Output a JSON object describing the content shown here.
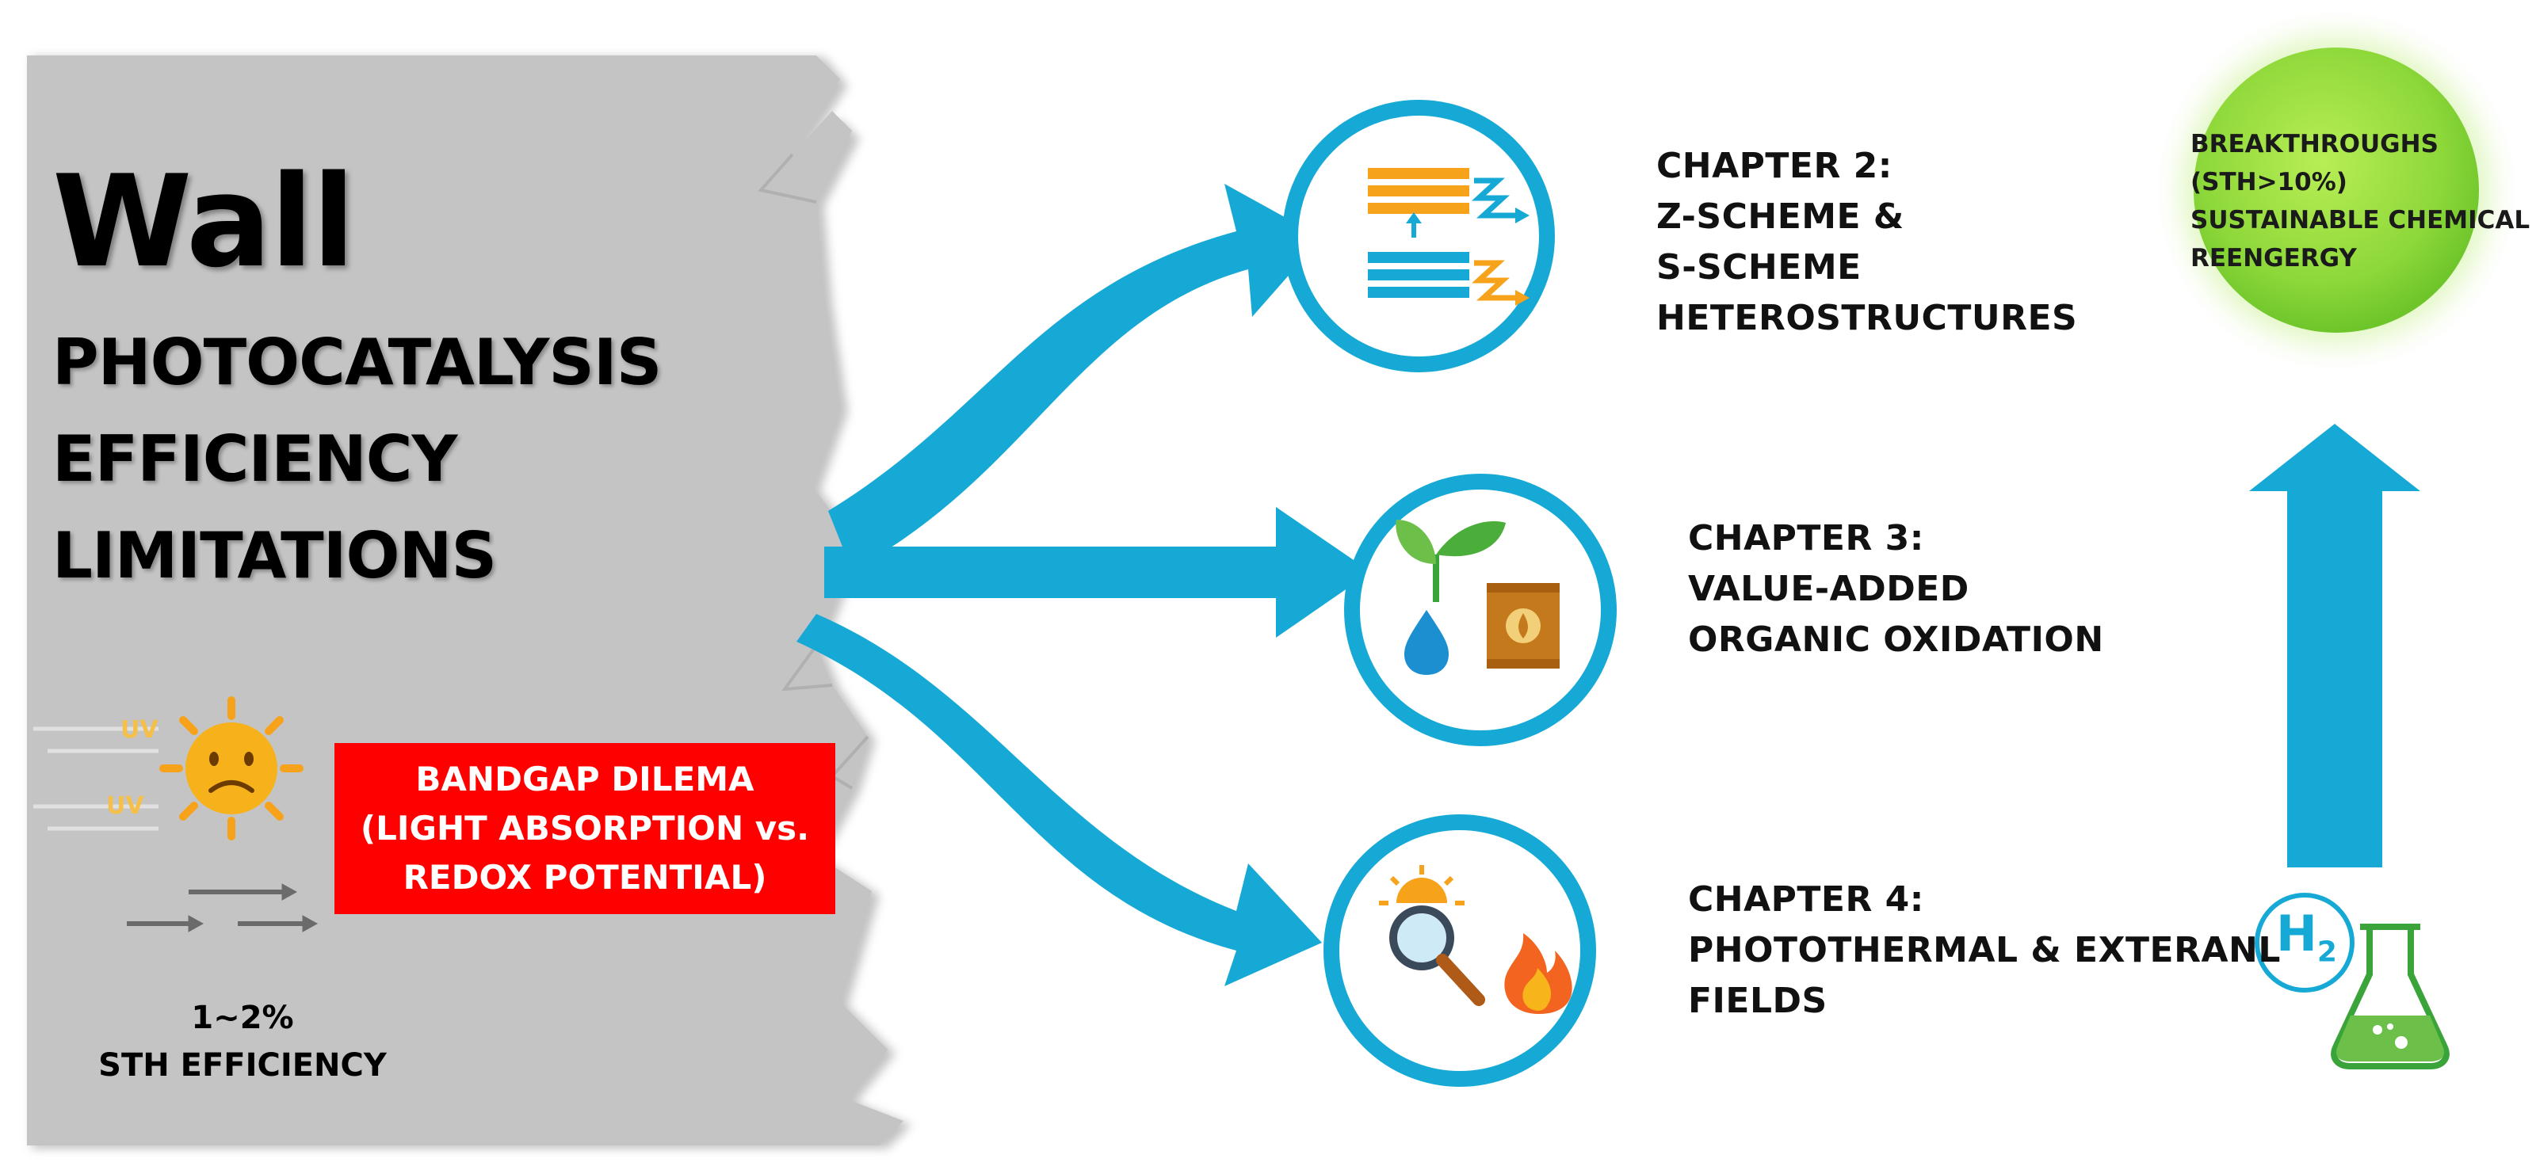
{
  "wall": {
    "title": "Wall",
    "line1": "PHOTOCATALYSIS",
    "line2": "EFFICIENCY",
    "line3": "LIMITATIONS"
  },
  "sun": {
    "uv_top": "UV",
    "uv_bottom": "UV"
  },
  "bandgap": {
    "line1": "BANDGAP DILEMA",
    "line2": "(LIGHT ABSORPTION vs.",
    "line3": "REDOX POTENTIAL)"
  },
  "efficiency": {
    "value": "1~2%",
    "label": "STH EFFICIENCY"
  },
  "chapters": [
    {
      "lines": [
        "CHAPTER 2:",
        "Z-SCHEME &",
        "S-SCHEME",
        "HETEROSTRUCTURES"
      ],
      "icon": "heterostructure-icon"
    },
    {
      "lines": [
        "CHAPTER 3:",
        "VALUE-ADDED",
        "ORGANIC OXIDATION"
      ],
      "icon": "plant-barrel-icon"
    },
    {
      "lines": [
        "CHAPTER 4:",
        "PHOTOTHERMAL & EXTERANL",
        "FIELDS"
      ],
      "icon": "sun-magnifier-fire-icon"
    }
  ],
  "breakthrough": {
    "line1": "BREAKTHROUGHS",
    "line2": "(STH>10%)",
    "line3": "SUSTAINABLE CHEMICAL",
    "line4": "REENGERGY"
  },
  "h2": {
    "label": "H",
    "subscript": "2"
  },
  "colors": {
    "arrow_blue": "#16a9d6",
    "wall_gray": "#c4c4c4",
    "red_box": "#ff0000",
    "green_ball": "#8ed83a",
    "sun_orange": "#f7a21b"
  }
}
